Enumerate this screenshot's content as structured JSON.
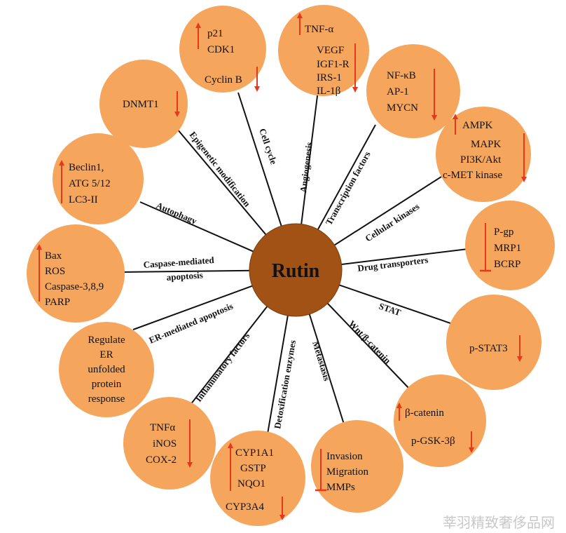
{
  "center": {
    "label": "Rutin"
  },
  "watermark": "莘羽精致奢侈品网",
  "colors": {
    "petal": "#f5a55c",
    "center": "#a25214",
    "arrow": "#e8381c",
    "line": "#111111"
  },
  "spokes": [
    {
      "id": "cell-cycle",
      "label": "Cell cycle",
      "items": [
        "p21",
        "CDK1",
        "Cyclin B"
      ]
    },
    {
      "id": "angiogenesis",
      "label": "Angiogenesis",
      "items": [
        "TNF-α",
        "VEGF",
        "IGF1-R",
        "IRS-1",
        "IL-1β"
      ]
    },
    {
      "id": "transcription",
      "label": "Transcription factors",
      "items": [
        "NF-κB",
        "AP-1",
        "MYCN"
      ]
    },
    {
      "id": "kinases",
      "label": "Cellular kinases",
      "items": [
        "AMPK",
        "MAPK",
        "PI3K/Akt",
        "c-MET kinase"
      ]
    },
    {
      "id": "drug",
      "label": "Drug transporters",
      "items": [
        "P-gp",
        "MRP1",
        "BCRP"
      ]
    },
    {
      "id": "stat",
      "label": "STAT",
      "items": [
        "p-STAT3"
      ]
    },
    {
      "id": "wnt",
      "label": "Wnt/β-catenin",
      "items": [
        "β-catenin",
        "p-GSK-3β"
      ]
    },
    {
      "id": "metastasis",
      "label": "Metastasis",
      "items": [
        "Invasion",
        "Migration",
        "MMPs"
      ]
    },
    {
      "id": "detox",
      "label": "Detoxification enzymes",
      "items": [
        "CYP1A1",
        "GSTP",
        "NQO1",
        "CYP3A4"
      ]
    },
    {
      "id": "inflam",
      "label": "Inflammatory factors",
      "items": [
        "TNFα",
        "iNOS",
        "COX-2"
      ]
    },
    {
      "id": "er",
      "label": "ER-mediated apoptosis",
      "items": [
        "Regulate",
        "ER",
        "unfolded",
        "protein",
        "response"
      ]
    },
    {
      "id": "caspase",
      "label": "Caspase-mediated apoptosis",
      "label_lines": [
        "Caspase-mediated",
        "apoptosis"
      ],
      "items": [
        "Bax",
        "ROS",
        "Caspase-3,8,9",
        "PARP"
      ]
    },
    {
      "id": "autophagy",
      "label": "Autophagy",
      "items": [
        "Beclin1,",
        "ATG 5/12",
        "LC3-II"
      ]
    },
    {
      "id": "epigenetic",
      "label": "Epigenetic modification",
      "items": [
        "DNMT1"
      ]
    }
  ]
}
